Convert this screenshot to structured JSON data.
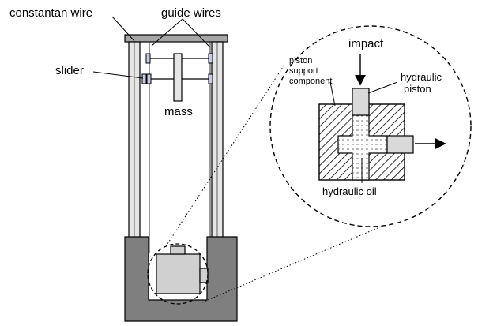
{
  "labels": {
    "constantan_wire": "constantan wire",
    "guide_wires": "guide wires",
    "slider": "slider",
    "mass": "mass",
    "impact": "impact",
    "piston_support_component": [
      "piston",
      "support",
      "component"
    ],
    "hydraulic_piston": [
      "hydraulic",
      "piston"
    ],
    "hydraulic_oil": "hydraulic oil"
  },
  "colors": {
    "stroke": "#000000",
    "frame_fill": "#e6e6e6",
    "frame_top": "#a6a6a6",
    "base_fill": "#7f7f7f",
    "device_fill": "#d0d0d0",
    "oil_fill": "#ffffff"
  }
}
